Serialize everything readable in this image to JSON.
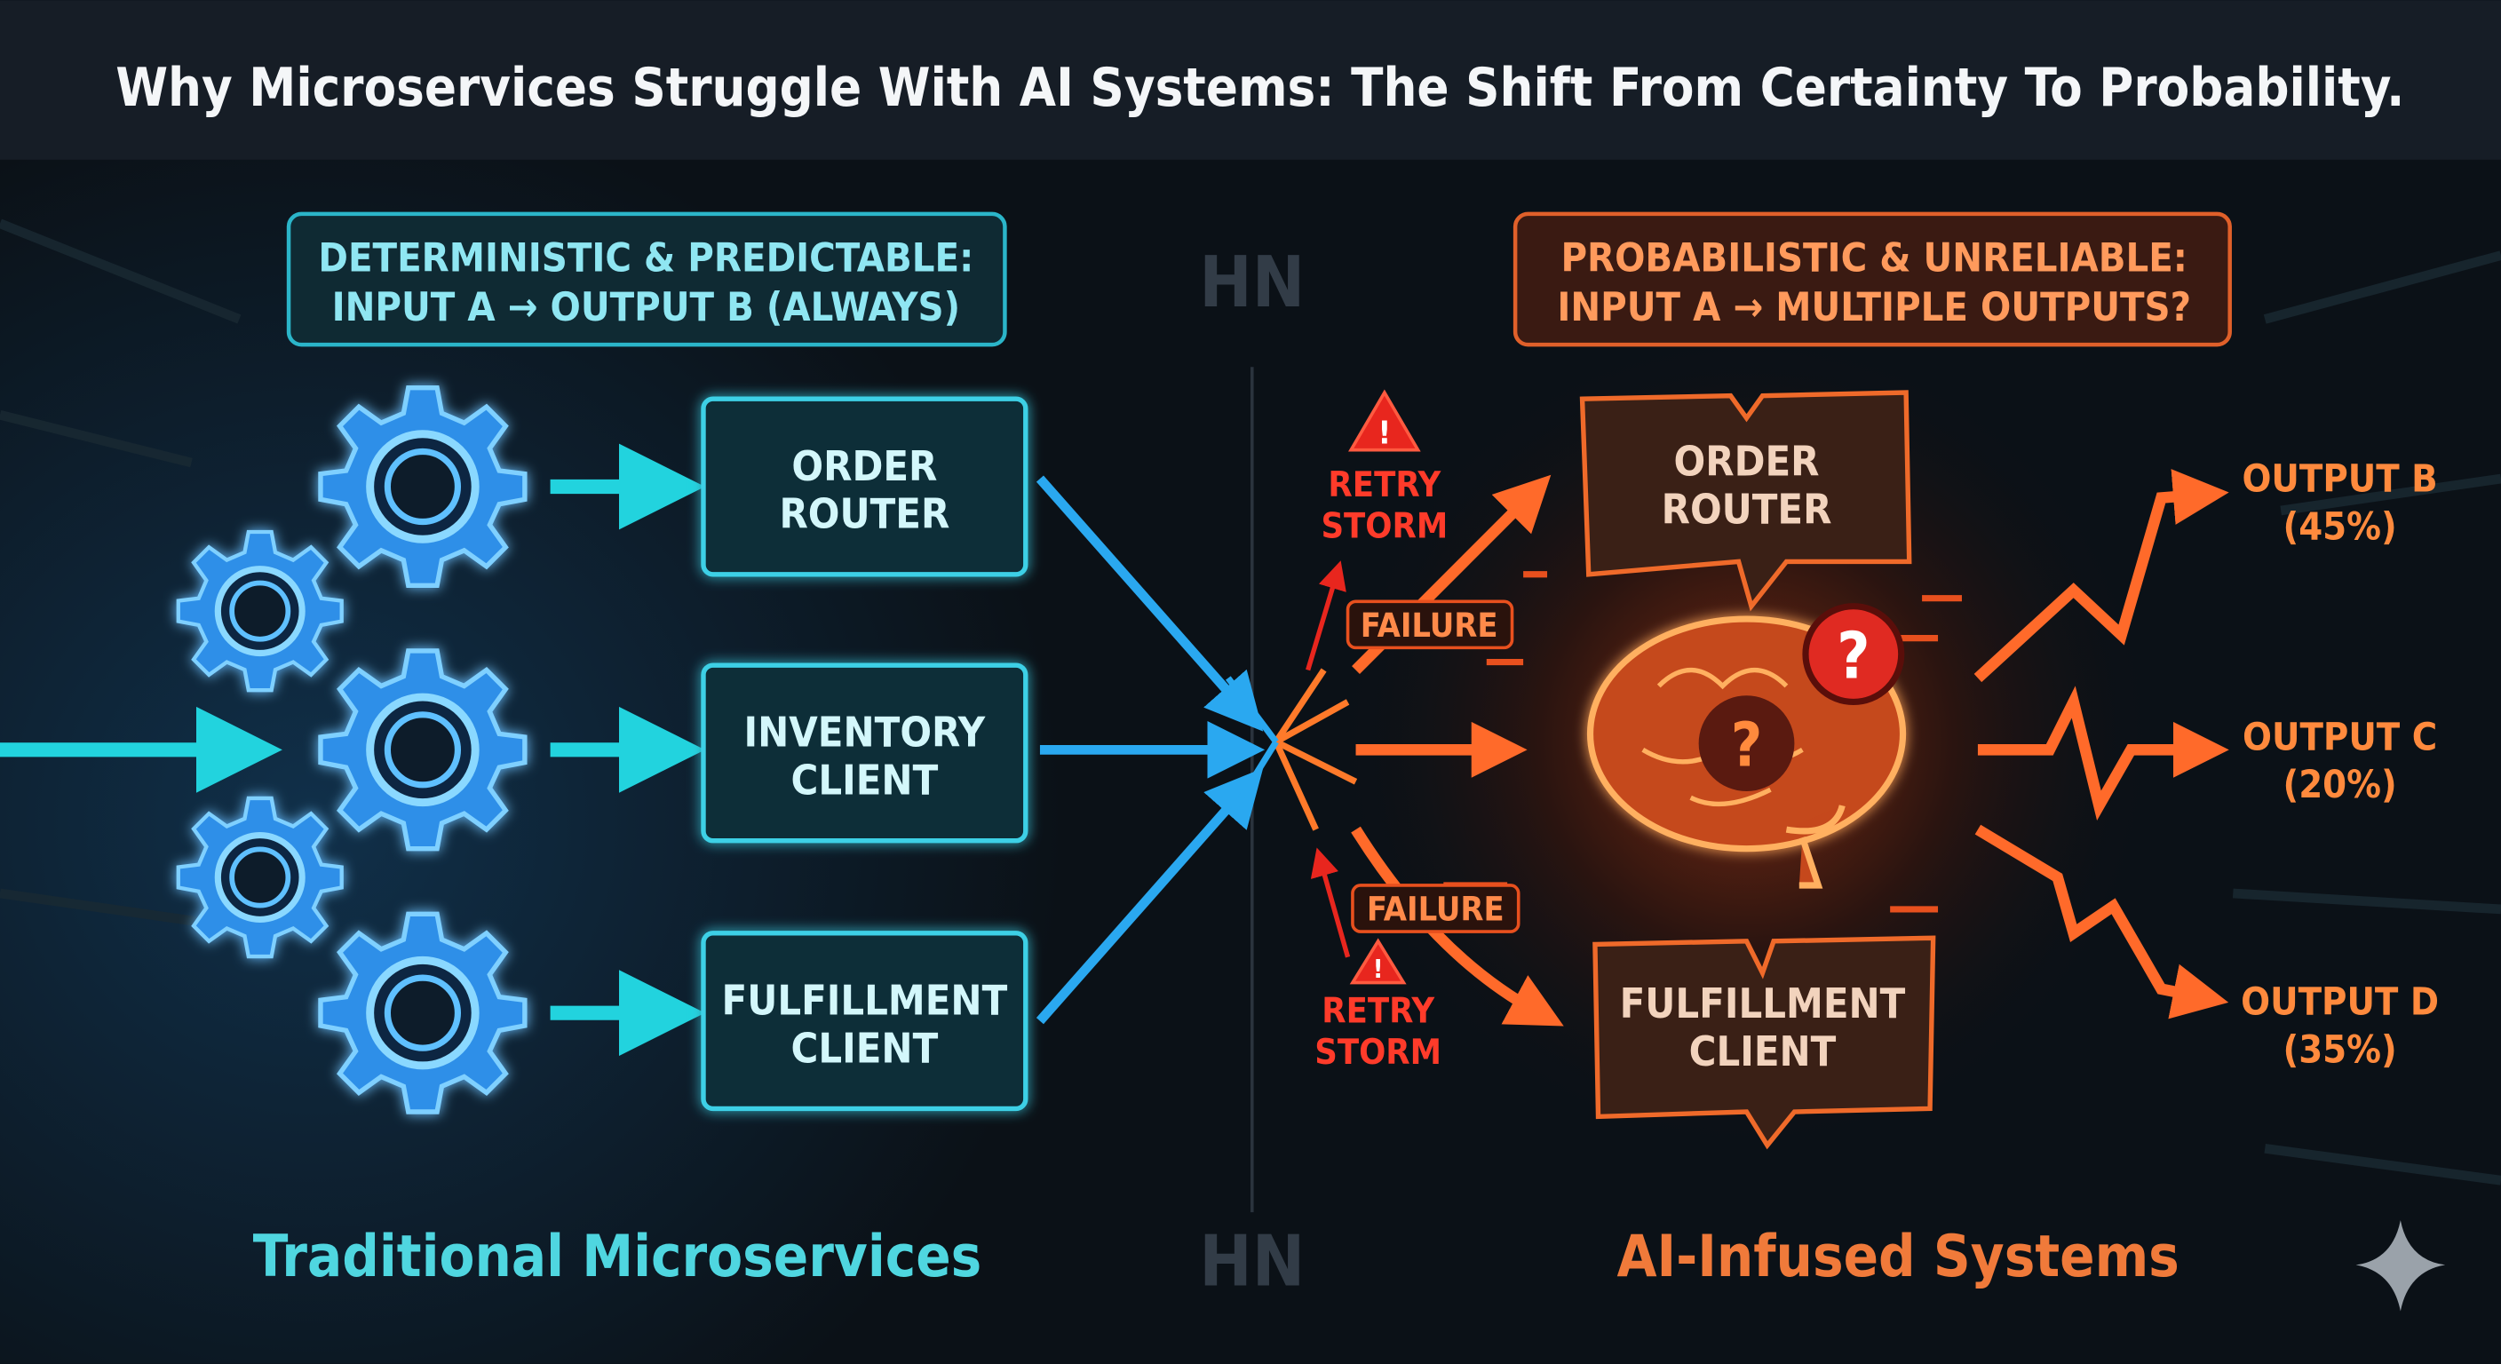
{
  "title": "Why Microservices Struggle With AI Systems: The Shift From Certainty To Probability.",
  "watermark": "HN",
  "colors": {
    "traditional_accent": "#2bc4d8",
    "ai_accent": "#f26a2a",
    "warning": "#e8261e",
    "background": "#0b1117"
  },
  "left": {
    "header_line1": "DETERMINISTIC & PREDICTABLE:",
    "header_line2": "INPUT A → OUTPUT B (ALWAYS)",
    "services": [
      {
        "line1": "ORDER",
        "line2": "ROUTER"
      },
      {
        "line1": "INVENTORY",
        "line2": "CLIENT"
      },
      {
        "line1": "FULFILLMENT",
        "line2": "CLIENT"
      }
    ],
    "icon": "gear-icon",
    "footer": "Traditional Microservices"
  },
  "right": {
    "header_line1": "PROBABILISTIC & UNRELIABLE:",
    "header_line2": "INPUT A → MULTIPLE OUTPUTS?",
    "services": [
      {
        "line1": "ORDER",
        "line2": "ROUTER"
      },
      {
        "line1": "FULFILLMENT",
        "line2": "CLIENT"
      }
    ],
    "warnings": [
      {
        "line1": "RETRY",
        "line2": "STORM",
        "icon": "warning-triangle-icon"
      },
      {
        "line1": "RETRY",
        "line2": "STORM",
        "icon": "warning-triangle-icon"
      }
    ],
    "failure_labels": [
      "FAILURE",
      "FAILURE"
    ],
    "center_icon": "brain-icon",
    "badge_icon": "question-mark-icon",
    "outputs": [
      {
        "label": "OUTPUT B",
        "percent": "(45%)"
      },
      {
        "label": "OUTPUT C",
        "percent": "(20%)"
      },
      {
        "label": "OUTPUT D",
        "percent": "(35%)"
      }
    ],
    "footer": "AI-Infused Systems"
  },
  "corner_icon": "sparkle-icon"
}
